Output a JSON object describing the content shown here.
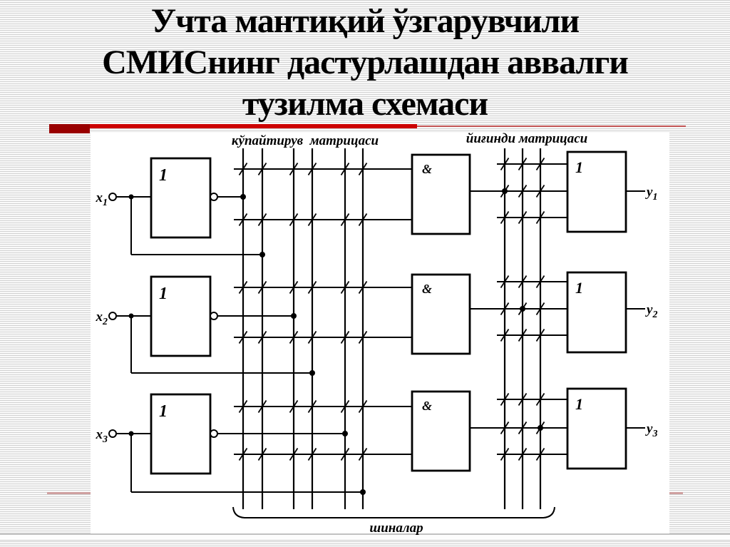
{
  "slide": {
    "title_lines": [
      "Учта мантиқий ўзгарувчили",
      "СМИСнинг дастурлашдан аввалги",
      "тузилма схемаси"
    ]
  },
  "diagram": {
    "multiplication_matrix_label": "кўпайтирув  матрицаси",
    "sum_matrix_label": "йиғинди матрицаси",
    "buses_label": "шиналар",
    "gates": {
      "not_label": "1",
      "and_label": "&",
      "or_label": "1"
    },
    "inputs": [
      {
        "base": "x",
        "sub": "1"
      },
      {
        "base": "x",
        "sub": "2"
      },
      {
        "base": "x",
        "sub": "3"
      }
    ],
    "outputs": [
      {
        "base": "y",
        "sub": "1"
      },
      {
        "base": "y",
        "sub": "2"
      },
      {
        "base": "y",
        "sub": "3"
      }
    ]
  },
  "colors": {
    "title_text": "#000000",
    "underline_dark_red": "#990000",
    "underline_red": "#cc0000",
    "underline_thin_red": "#c25555",
    "background_accent_red": "#cfa0a0",
    "stripe_gray": "#d2d2d2",
    "diagram_line": "#000000"
  }
}
